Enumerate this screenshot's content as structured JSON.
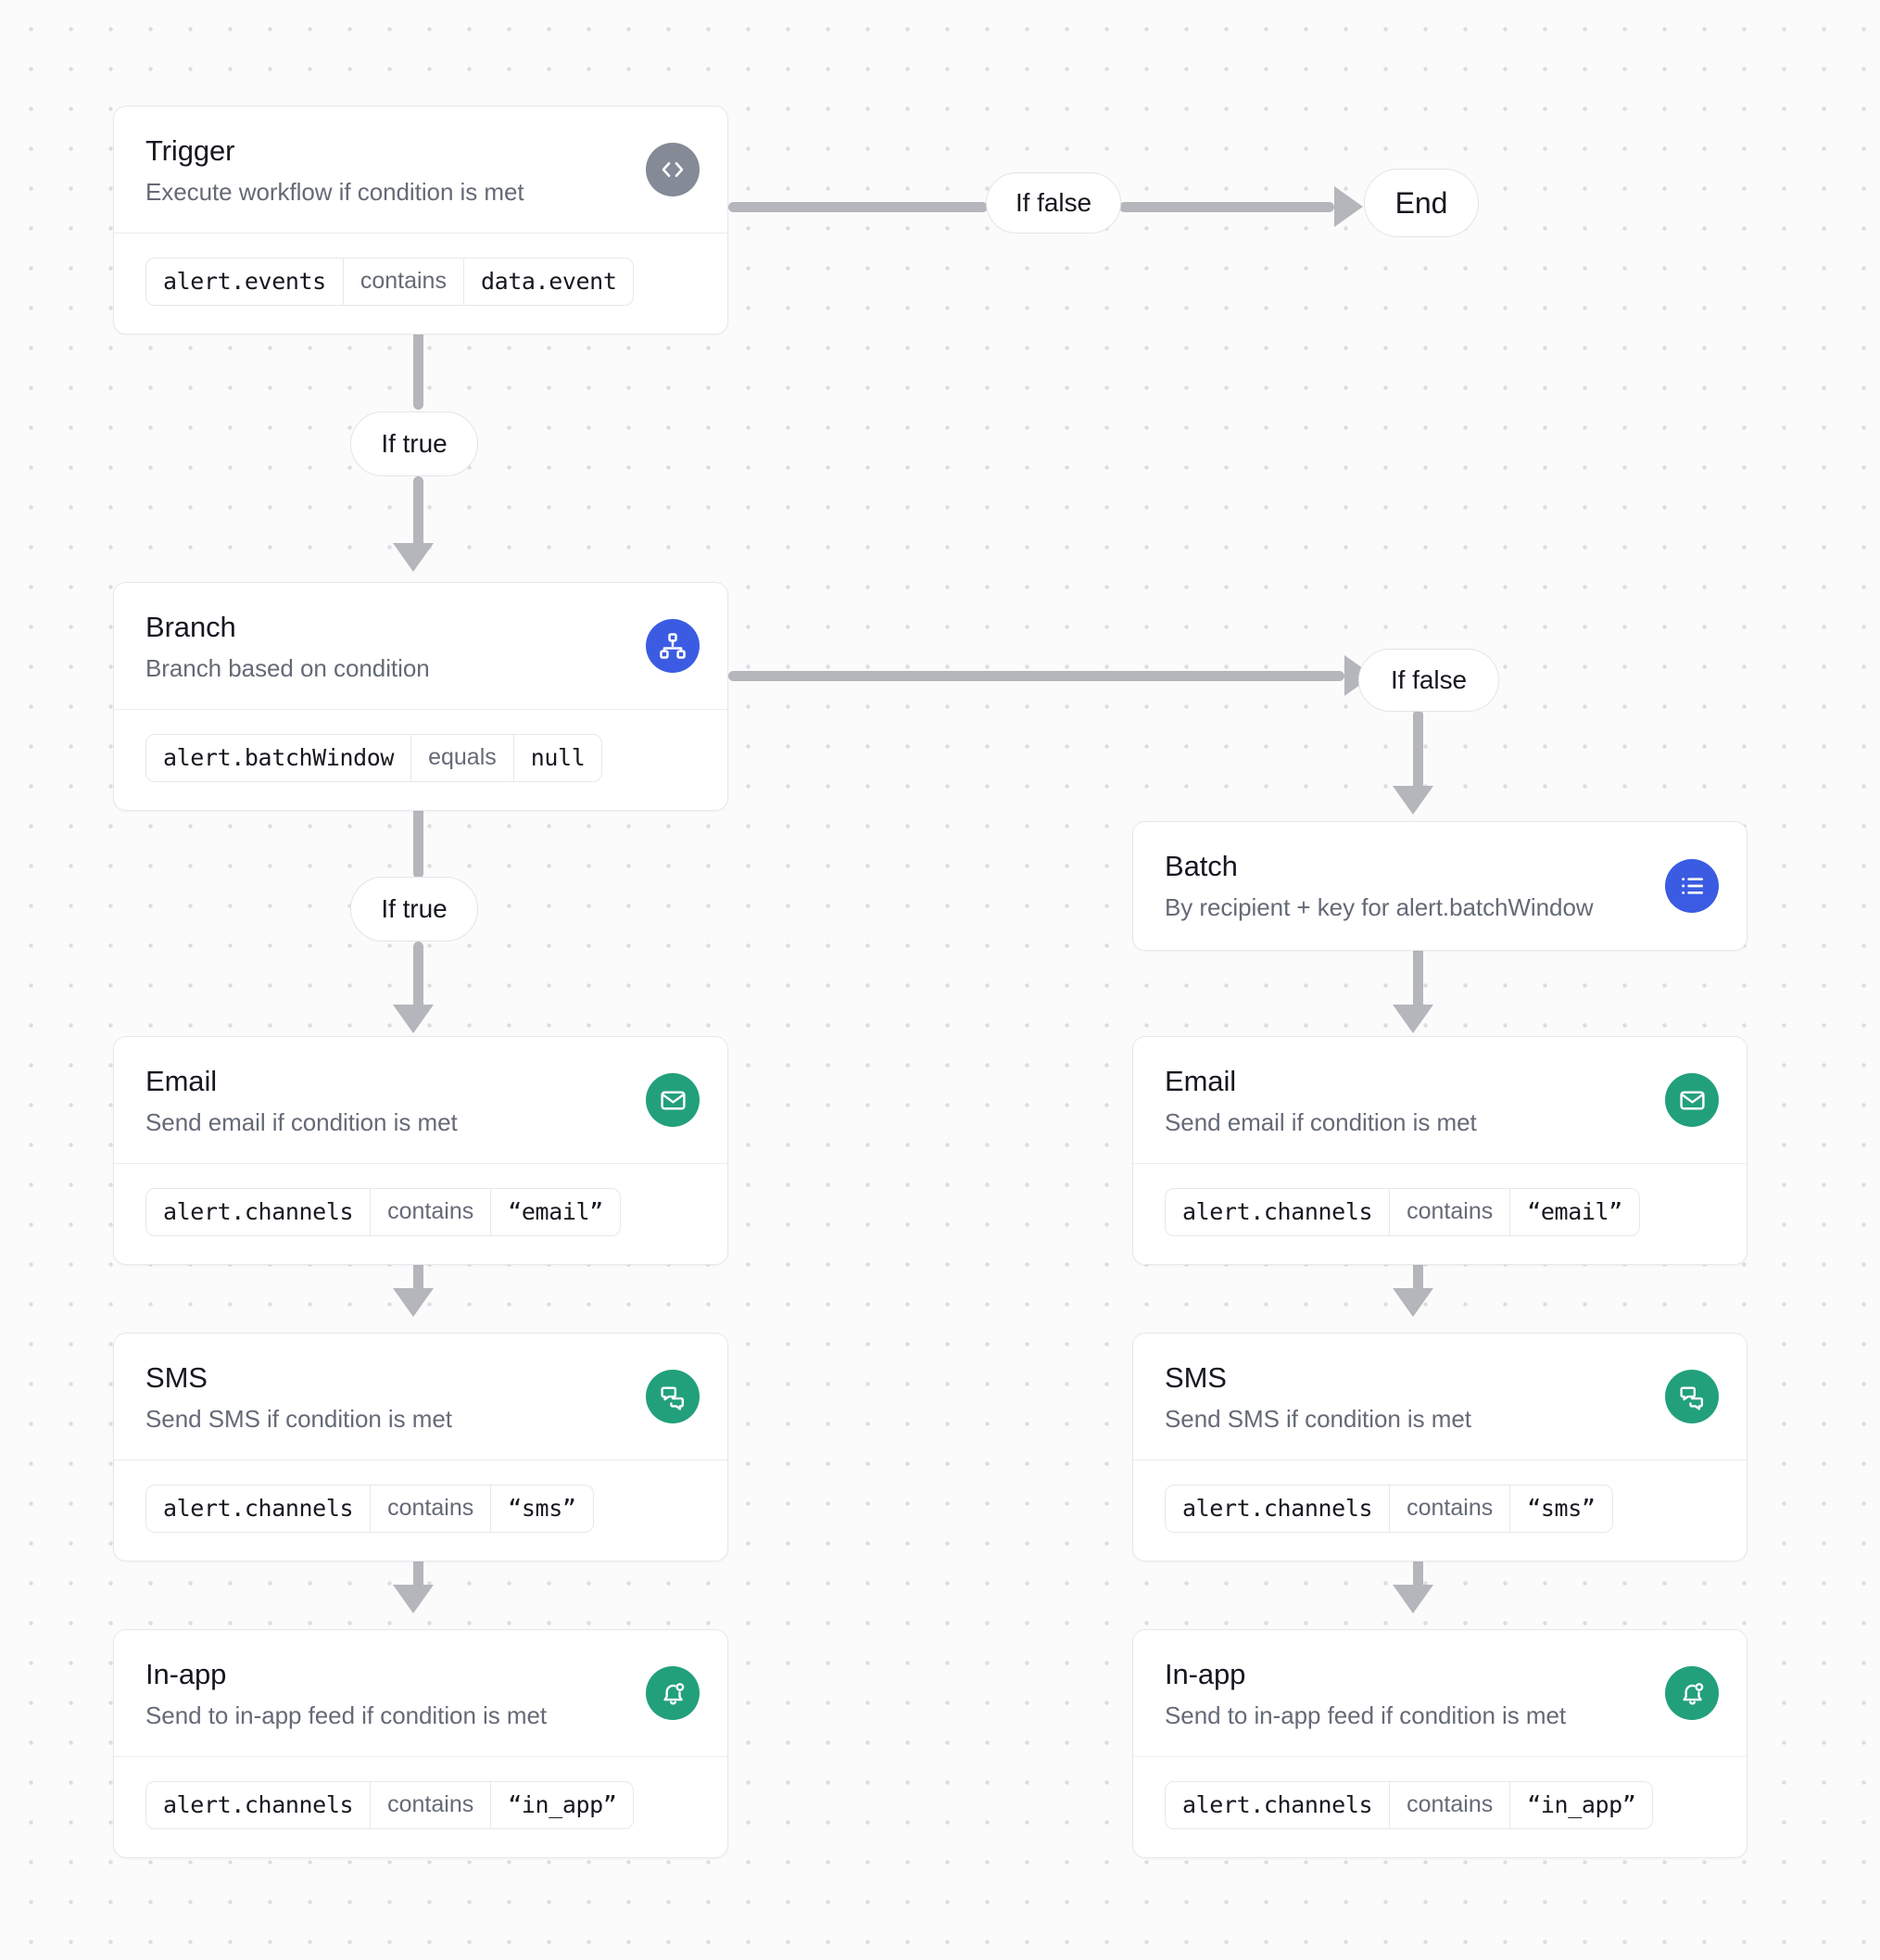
{
  "canvas": {
    "background_color": "#fbfbfc",
    "dot_color": "#dcdde1",
    "connector_color": "#b4b6bc"
  },
  "palette": {
    "trigger_icon_bg": "#848a96",
    "branch_icon_bg": "#3b5ce2",
    "batch_icon_bg": "#3b5ce2",
    "channel_icon_bg": "#22a07c",
    "card_border": "#e7e8ec",
    "title_color": "#16181f",
    "subtitle_color": "#656a76"
  },
  "nodes": {
    "trigger": {
      "title": "Trigger",
      "subtitle": "Execute workflow if condition is met",
      "icon": "code-icon",
      "condition": {
        "field": "alert.events",
        "operator": "contains",
        "value": "data.event"
      }
    },
    "branch": {
      "title": "Branch",
      "subtitle": "Branch based on condition",
      "icon": "sitemap-icon",
      "condition": {
        "field": "alert.batchWindow",
        "operator": "equals",
        "value": "null"
      }
    },
    "batch": {
      "title": "Batch",
      "subtitle": "By recipient + key for alert.batchWindow",
      "icon": "list-icon"
    },
    "email_left": {
      "title": "Email",
      "subtitle": "Send email if condition is met",
      "icon": "envelope-icon",
      "condition": {
        "field": "alert.channels",
        "operator": "contains",
        "value": "“email”"
      }
    },
    "sms_left": {
      "title": "SMS",
      "subtitle": "Send SMS if condition is met",
      "icon": "chat-bubbles-icon",
      "condition": {
        "field": "alert.channels",
        "operator": "contains",
        "value": "“sms”"
      }
    },
    "inapp_left": {
      "title": "In-app",
      "subtitle": "Send to in-app feed if condition is met",
      "icon": "bell-dot-icon",
      "condition": {
        "field": "alert.channels",
        "operator": "contains",
        "value": "“in_app”"
      }
    },
    "email_right": {
      "title": "Email",
      "subtitle": "Send email if condition is met",
      "icon": "envelope-icon",
      "condition": {
        "field": "alert.channels",
        "operator": "contains",
        "value": "“email”"
      }
    },
    "sms_right": {
      "title": "SMS",
      "subtitle": "Send SMS if condition is met",
      "icon": "chat-bubbles-icon",
      "condition": {
        "field": "alert.channels",
        "operator": "contains",
        "value": "“sms”"
      }
    },
    "inapp_right": {
      "title": "In-app",
      "subtitle": "Send to in-app feed if condition is met",
      "icon": "bell-dot-icon",
      "condition": {
        "field": "alert.channels",
        "operator": "contains",
        "value": "“in_app”"
      }
    }
  },
  "edge_labels": {
    "trigger_false": "If false",
    "trigger_true": "If true",
    "branch_false": "If false",
    "branch_true": "If true",
    "end": "End"
  }
}
